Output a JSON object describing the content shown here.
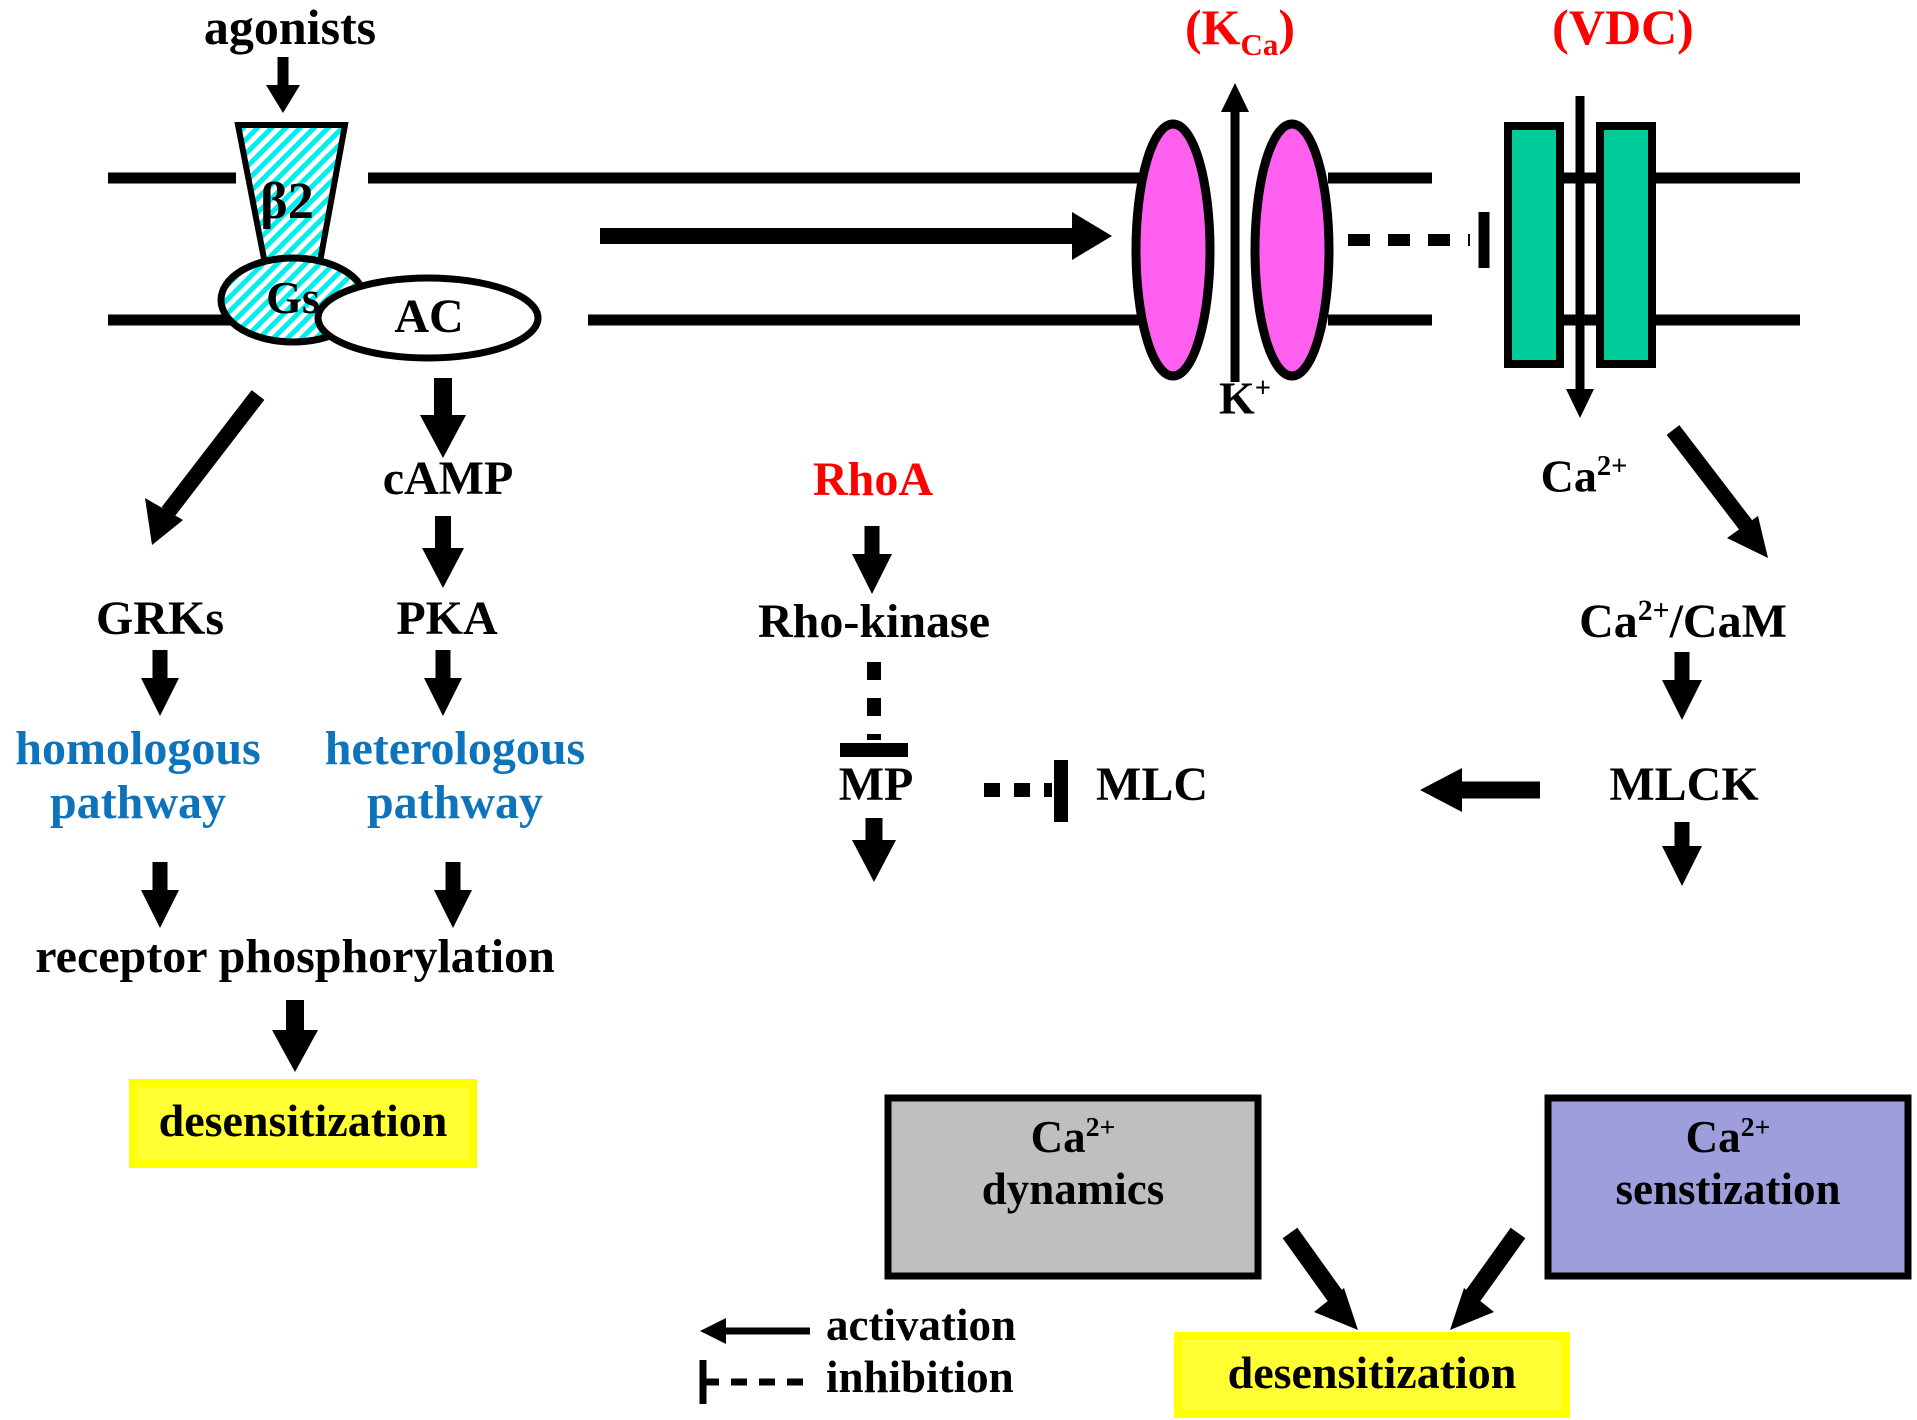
{
  "diagram": {
    "title": "beta2-adrenoceptor desensitization signaling pathway",
    "colors": {
      "receptor_fill": "#00EEEE",
      "kca_channel": "#FF5FEF",
      "vdc_channel": "#00CC99",
      "red_label": "#FF0000",
      "blue_label": "#0D74BC",
      "yellow_box": "#FFFF33",
      "gray_box": "#BFBFBF",
      "purple_box": "#9E9EDC",
      "stroke": "#000000"
    }
  },
  "membrane": {
    "receptor_label": "β2",
    "g_protein_label": "Gs",
    "adenylate_cyclase_label": "AC",
    "agonists_label": "agonists",
    "kca_channel_label": "(K",
    "kca_channel_sub": "Ca",
    "kca_channel_label_close": ")",
    "kca_ion_label": "K",
    "kca_ion_sup": "+",
    "vdc_channel_label": "(VDC)",
    "calcium_label": "Ca",
    "calcium_sup": "2+"
  },
  "left_pathway": {
    "grk_label": "GRKs",
    "camp_label": "cAMP",
    "pka_label": "PKA",
    "homologous_line1": "homologous",
    "homologous_line2": "pathway",
    "heterologous_line1": "heterologous",
    "heterologous_line2": "pathway",
    "receptor_phosphorylation_label": "receptor phosphorylation",
    "desensitization_label": "desensitization"
  },
  "right_pathway": {
    "rhoa_label": "RhoA",
    "rho_kinase_label": "Rho-kinase",
    "mp_label": "MP",
    "mlc_label": "MLC",
    "mlck_label": "MLCK",
    "ca_cam_label": "Ca",
    "ca_cam_sup": "2+",
    "ca_cam_rest": "/CaM",
    "ca_dynamics_line1": "Ca",
    "ca_dynamics_sup": "2+",
    "ca_dynamics_line2": "dynamics",
    "ca_sensitization_line1": "Ca",
    "ca_sensitization_sup": "2+",
    "ca_sensitization_line2": "senstization",
    "desensitization_label": "desensitization"
  },
  "legend": {
    "activation_label": "activation",
    "inhibition_label": "inhibition"
  }
}
